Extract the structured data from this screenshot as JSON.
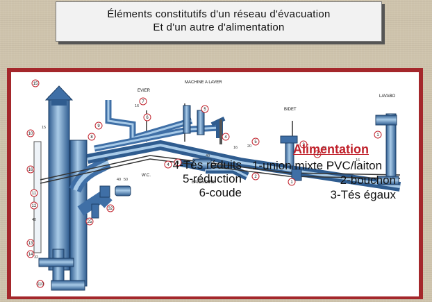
{
  "header": {
    "line1": "Éléments constitutifs d'un réseau d'évacuation",
    "line2": "Et d'un autre d'alimentation"
  },
  "diagram": {
    "labels": {
      "evier": "EVIER",
      "machine": "MACHINE A LAVER",
      "bidet": "BIDET",
      "lavabo": "LAVABO",
      "baignoire": "BAIGNOIRE",
      "wc": "W.C."
    },
    "callouts": [
      "15",
      "10",
      "16",
      "11",
      "12",
      "13",
      "14",
      "32",
      "25",
      "32",
      "110",
      "9",
      "8",
      "7",
      "6",
      "5",
      "4",
      "3",
      "2",
      "1",
      "16",
      "20",
      "16",
      "20",
      "50",
      "32",
      "70",
      "40",
      "20",
      "16",
      "16",
      "40",
      "16",
      "40",
      "20",
      "16",
      "15",
      "16"
    ]
  },
  "legend_left": {
    "items": [
      "4-Tés réduits",
      "5-réduction",
      "6-coude"
    ]
  },
  "legend_right": {
    "title": "Alimentation",
    "items": [
      "1-union mixte PVC/laiton",
      "2-bouchon",
      "3-Tés égaux"
    ]
  },
  "colors": {
    "frame": "#a4272b",
    "pipe": "#3f6fa6",
    "pipe_light": "#9cc0df",
    "callout": "#c0202a",
    "title": "#c0202a"
  }
}
